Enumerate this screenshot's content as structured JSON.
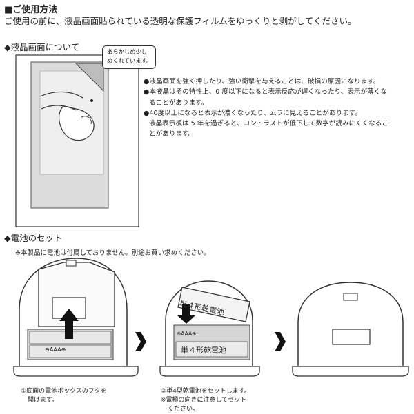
{
  "usage": {
    "title": "■ご使用方法",
    "instruction": "ご使用の前に、液晶画面貼られている透明な保護フィルムをゆっくりと剥がしてください。"
  },
  "lcd": {
    "heading": "◆液晶画面について",
    "bubble_line1": "あらかじめ少し",
    "bubble_line2": "めくれています。",
    "bullets": [
      "●液晶画面を強く押したり、強い衝撃を与えることは、破損の原因になります。",
      "●本液晶はその特性上、0 度以下になると表示反応が遅くなったり、表示が薄くな",
      "ることがあります。",
      "●40度以上になると表示が濃くなったり、ムラに見えることがあります。",
      "液晶表示板は 5 年を過ぎると、コントラストが低下して数字が読みにくくなるこ",
      "とがあります。"
    ]
  },
  "battery": {
    "heading": "◆電池のセット",
    "note": "※本製品に電池は付属しておりません。別途お買い求めください。",
    "label_small": "⊖AAA⊕",
    "label_big": "単４形乾電池",
    "step1_line1": "①底面の電池ボックスのフタを",
    "step1_line2": "開けます。",
    "step2_line1": "②単4型乾電池をセットします。",
    "step2_line2": "※電極の向きに注意してセット",
    "step2_line3": "ください。"
  }
}
